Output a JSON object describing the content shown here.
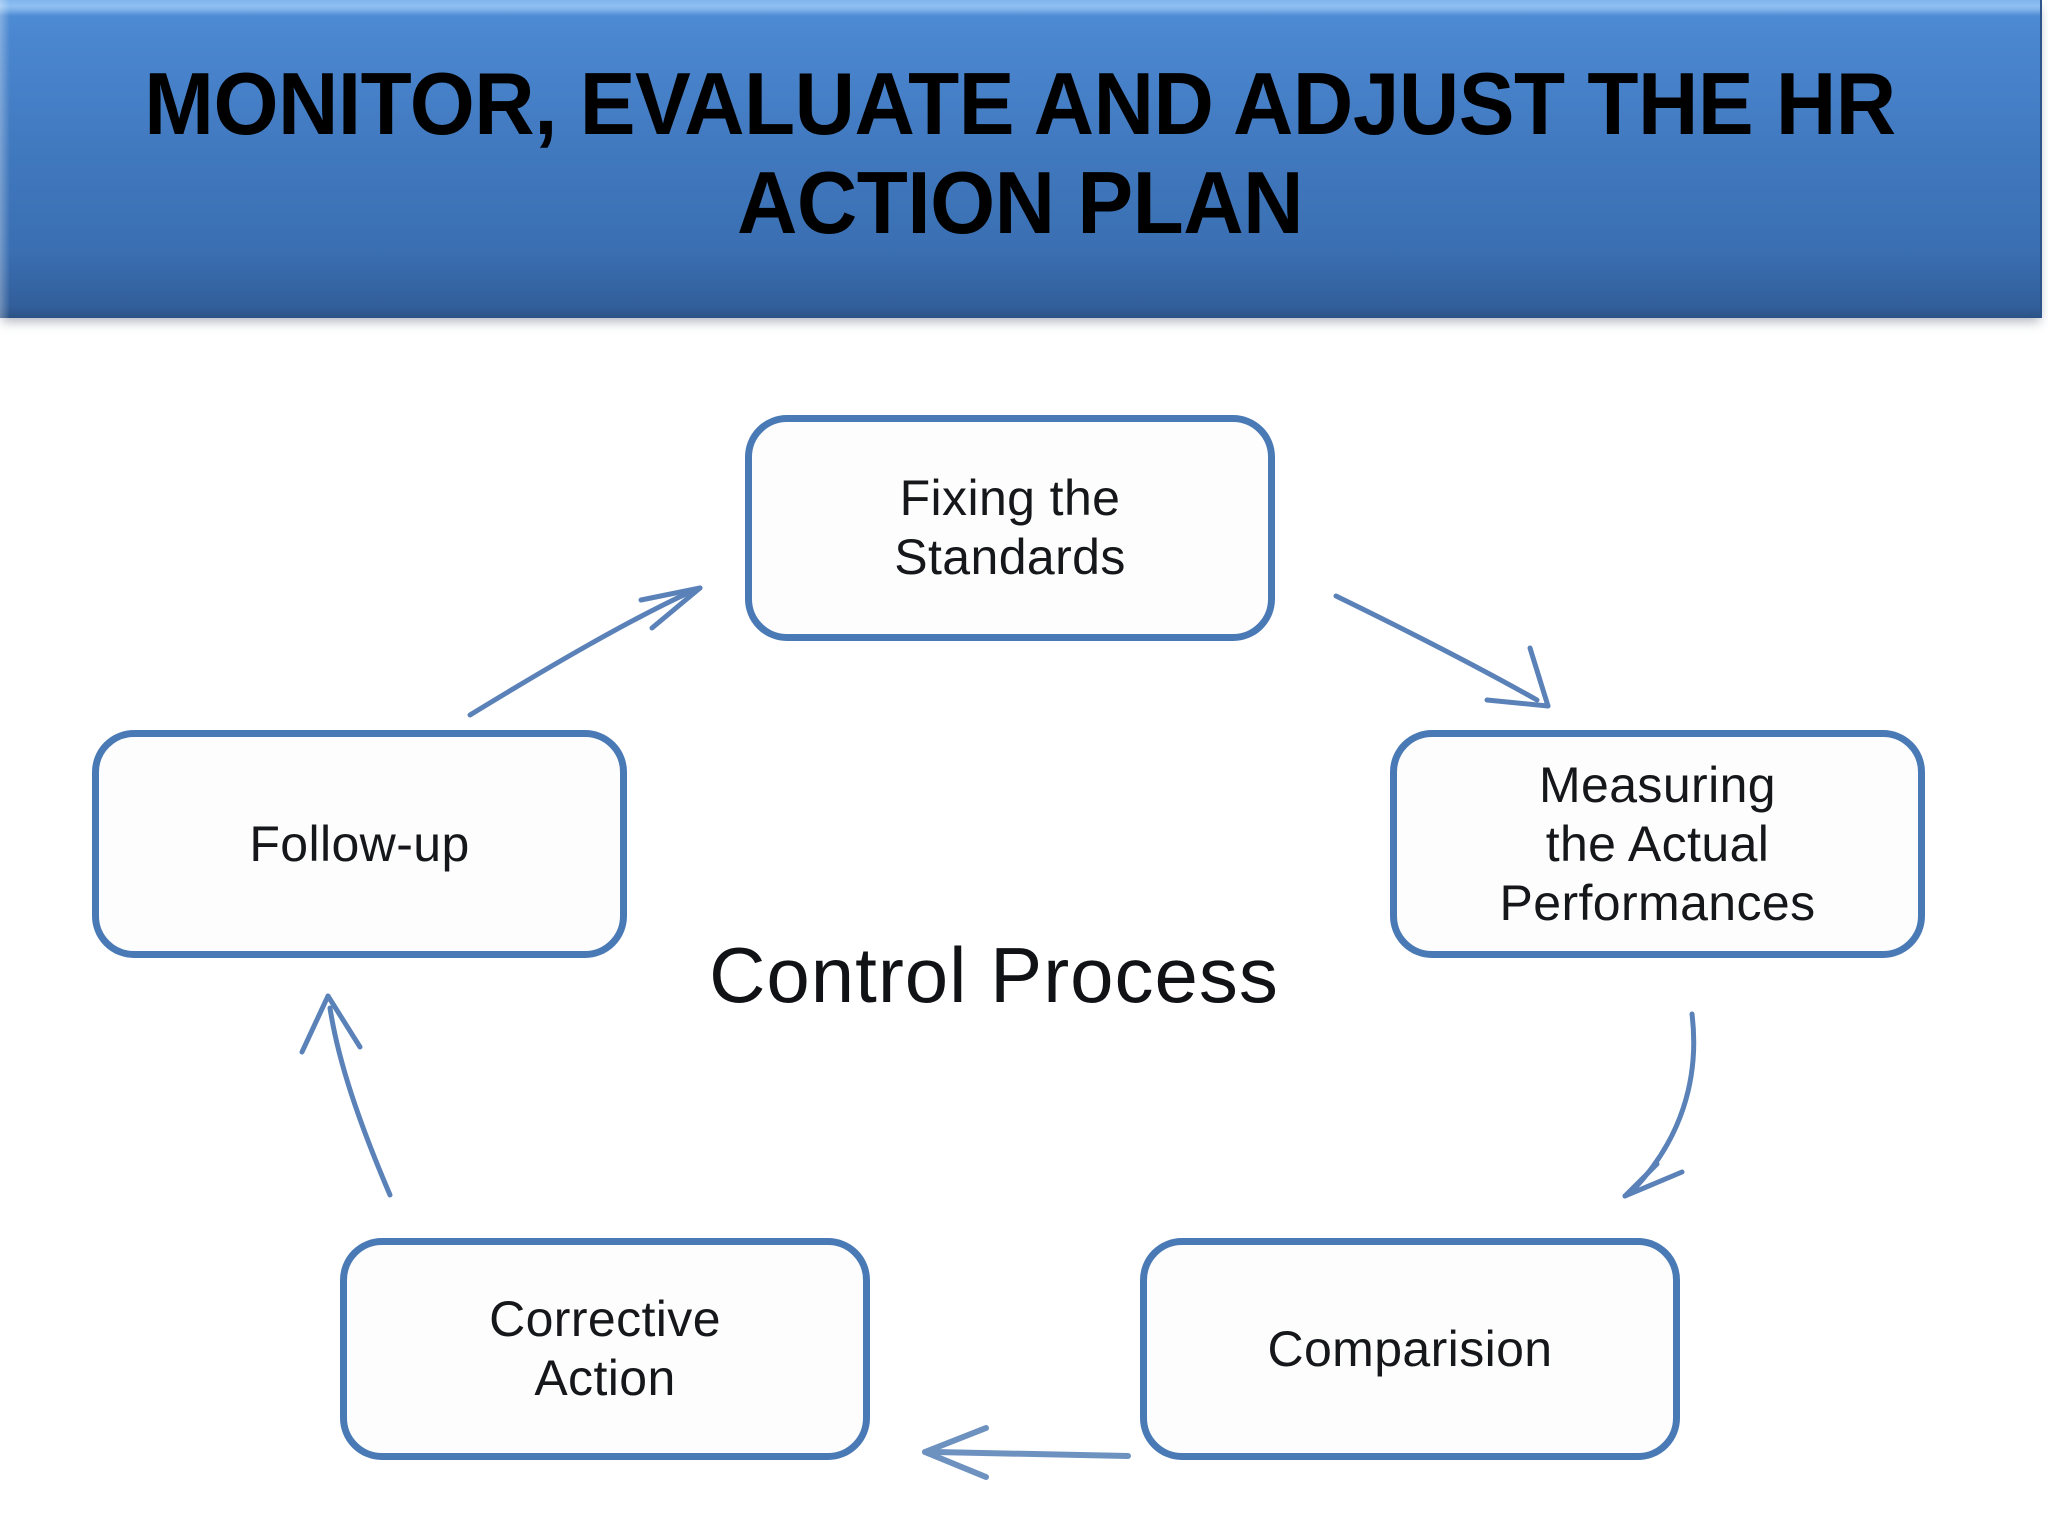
{
  "slide": {
    "title": "MONITOR, EVALUATE AND ADJUST THE HR\nACTION PLAN",
    "center_caption": "Control Process",
    "background_color": "#ffffff"
  },
  "theme": {
    "banner_blue_light": "#7fb4ec",
    "banner_blue_mid": "#4a86cf",
    "banner_blue_dark": "#2b5285",
    "node_border": "#4a7ab5",
    "node_fill": "#fdfdfd",
    "arrow_color": "#4a7ab5",
    "text_color": "#16171a",
    "title_text_color": "#000000"
  },
  "diagram": {
    "name": "control-process-cycle",
    "direction": "clockwise",
    "nodes": [
      {
        "id": "fixing",
        "label": "Fixing the\nStandards"
      },
      {
        "id": "measuring",
        "label": "Measuring\nthe Actual\nPerformances"
      },
      {
        "id": "comparision",
        "label": "Comparision"
      },
      {
        "id": "corrective",
        "label": "Corrective\nAction"
      },
      {
        "id": "followup",
        "label": "Follow-up"
      }
    ],
    "arrows": [
      {
        "id": "fixing-to-measuring",
        "from": "fixing",
        "to": "measuring",
        "name": "arrow-fixing-to-measuring"
      },
      {
        "id": "measuring-to-comparision",
        "from": "measuring",
        "to": "comparision",
        "name": "arrow-measuring-to-comparision"
      },
      {
        "id": "comparision-to-corrective",
        "from": "comparision",
        "to": "corrective",
        "name": "arrow-comparision-to-corrective"
      },
      {
        "id": "corrective-to-followup",
        "from": "corrective",
        "to": "followup",
        "name": "arrow-corrective-to-followup"
      },
      {
        "id": "followup-to-fixing",
        "from": "followup",
        "to": "fixing",
        "name": "arrow-followup-to-fixing"
      }
    ]
  }
}
